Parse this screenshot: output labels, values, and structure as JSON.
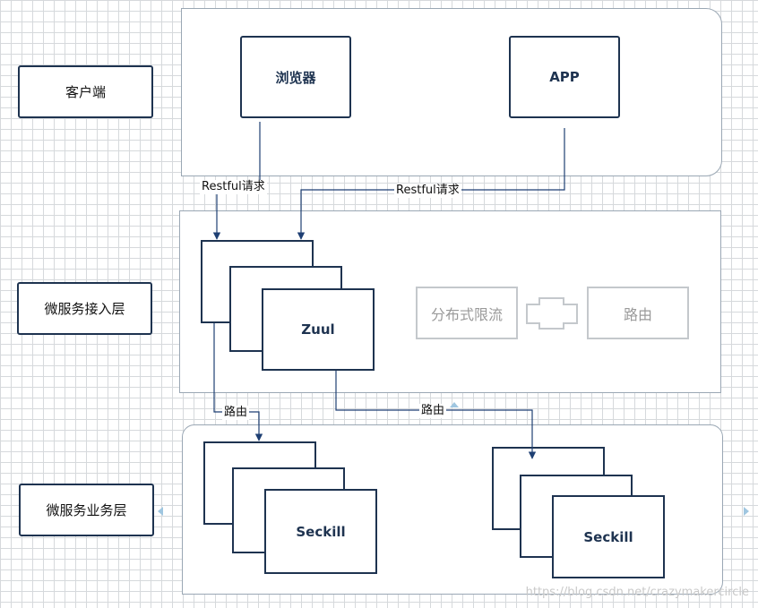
{
  "layers": {
    "client": "客户端",
    "access": "微服务接入层",
    "business": "微服务业务层"
  },
  "nodes": {
    "browser": "浏览器",
    "app": "APP",
    "zuul": "Zuul",
    "rate_limit": "分布式限流",
    "routing": "路由",
    "seckill_left": "Seckill",
    "seckill_right": "Seckill"
  },
  "edges": {
    "browser_request": "Restful请求",
    "app_request": "Restful请求",
    "route_left": "路由",
    "route_right": "路由"
  },
  "watermark": "https://blog.csdn.net/crazymakercircle",
  "colors": {
    "stroke": "#1e3350",
    "panel_border": "#9aa7b4",
    "inactive_border": "#c4c8cc",
    "arrow": "#1e3f73"
  }
}
